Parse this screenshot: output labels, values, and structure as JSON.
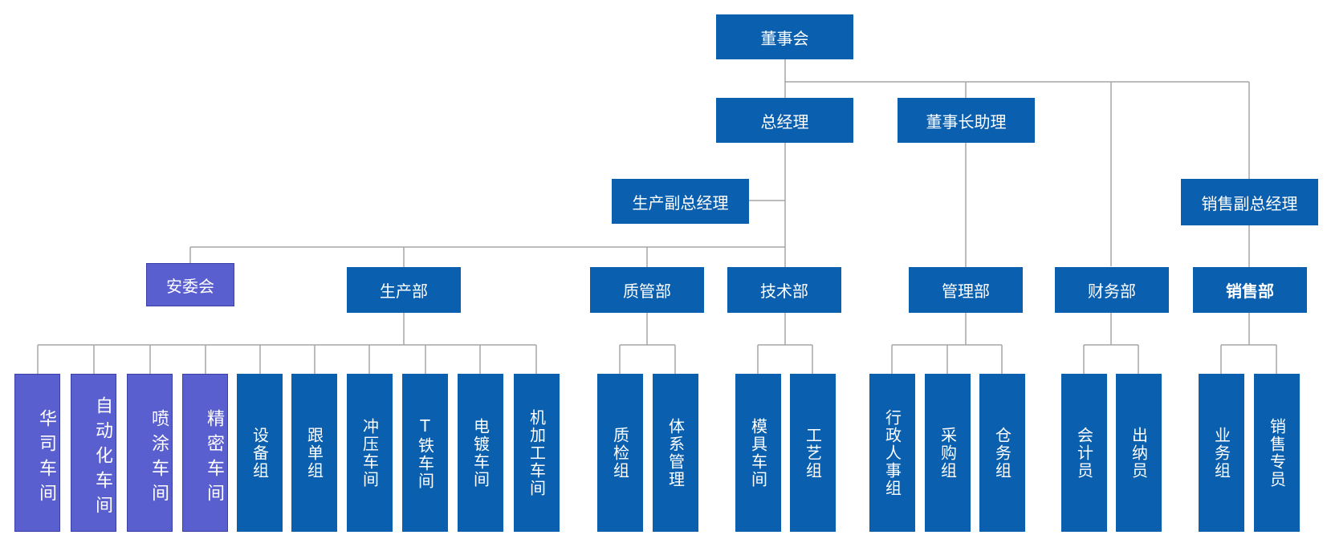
{
  "colors": {
    "blue": "#0a5faf",
    "purple": "#5a5fcf",
    "line": "#a6a6a6",
    "text": "#ffffff"
  },
  "org": {
    "board": "董事会",
    "gm": "总经理",
    "chair_assistant": "董事长助理",
    "prod_vp": "生产副总经理",
    "sales_vp": "销售副总经理",
    "safety_committee": "安委会",
    "production_dept": "生产部",
    "quality_dept": "质管部",
    "tech_dept": "技术部",
    "admin_dept": "管理部",
    "finance_dept": "财务部",
    "sales_dept": "销售部",
    "production_units": [
      "华司车间",
      "自动化车间",
      "喷涂车间",
      "精密车间",
      "设备组",
      "跟单组",
      "冲压车间",
      "T铁车间",
      "电镀车间",
      "机加工车间"
    ],
    "quality_units": [
      "质检组",
      "体系管理"
    ],
    "tech_units": [
      "模具车间",
      "工艺组"
    ],
    "admin_units": [
      "行政人事组",
      "采购组",
      "仓务组"
    ],
    "finance_units": [
      "会计员",
      "出纳员"
    ],
    "sales_units": [
      "业务组",
      "销售专员"
    ]
  }
}
